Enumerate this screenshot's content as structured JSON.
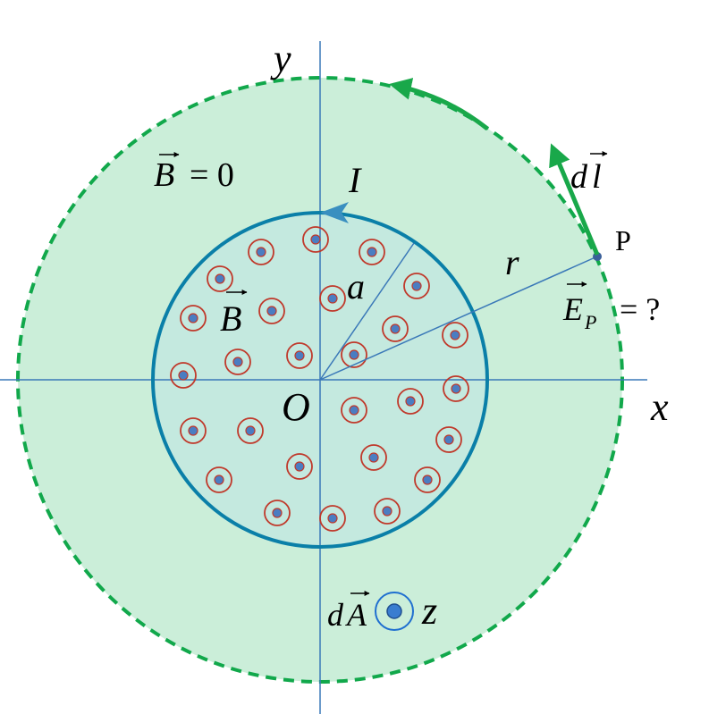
{
  "labels": {
    "y_axis": "y",
    "x_axis": "x",
    "origin": "O",
    "current": "I",
    "inner_radius": "a",
    "outer_radius": "r",
    "point": "P",
    "field_outside": "B = 0",
    "field_outside_symbol": "B",
    "field_outside_value": "= 0",
    "field_inside": "B",
    "line_element": "dl",
    "line_element_d": "d",
    "line_element_l": "l",
    "electric_field": "E_P = ?",
    "electric_field_symbol": "E",
    "electric_field_sub": "P",
    "electric_field_rest": "= ?",
    "area_element": "dA",
    "area_element_d": "d",
    "area_element_a": "A",
    "z_axis": "z"
  },
  "colors": {
    "outer_fill": "#cbeed9",
    "outer_dash": "#11a84b",
    "solenoid": "#0a7fa8",
    "axis": "#3a78b8",
    "field_ring": "#c0392b",
    "field_dot": "#4a7dc2",
    "arrow": "#19a84a"
  }
}
